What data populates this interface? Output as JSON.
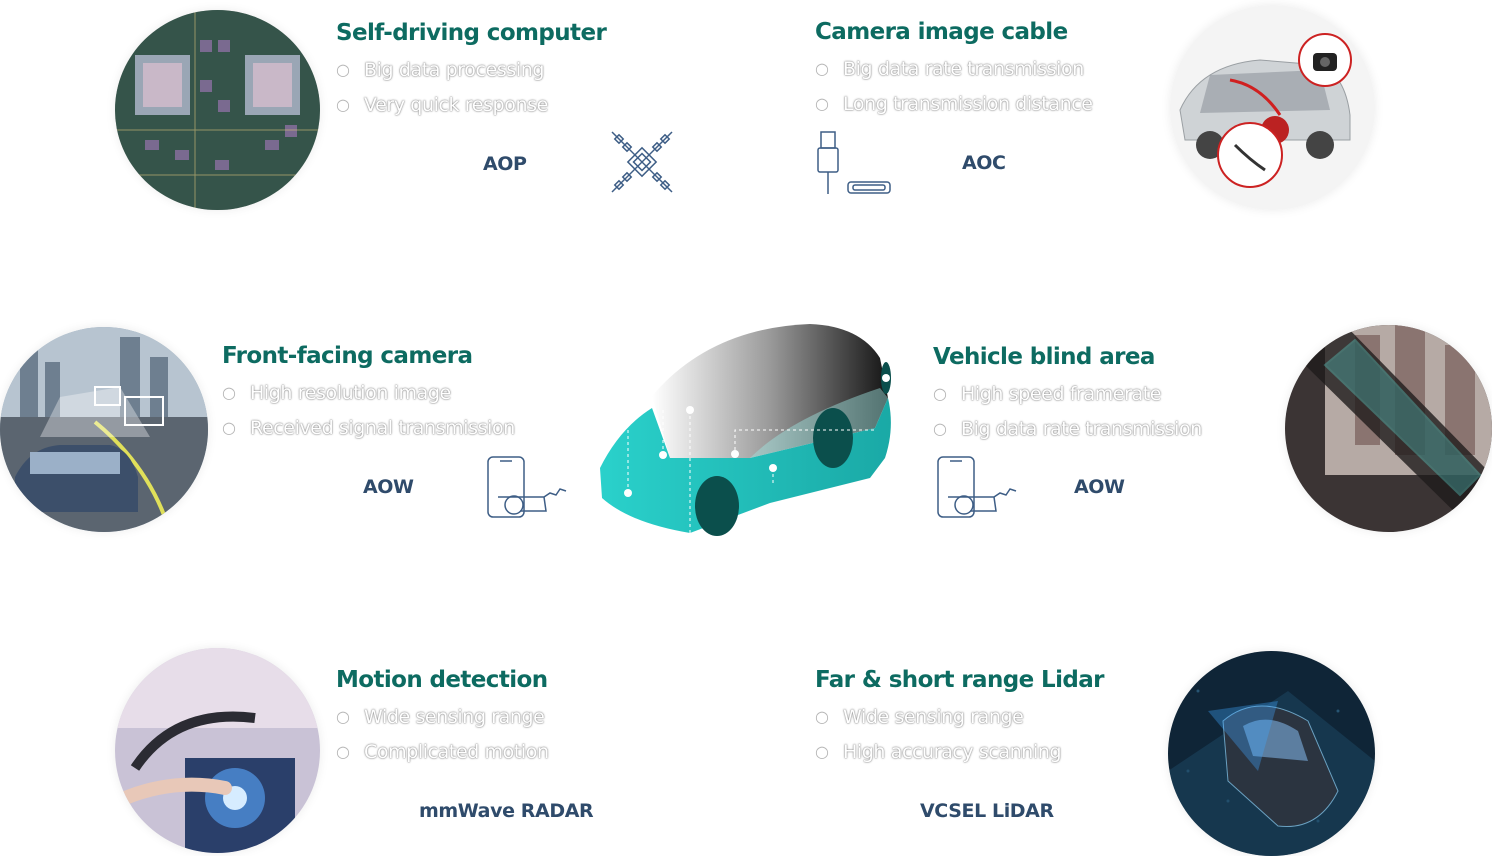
{
  "colors": {
    "accent": "#0d6b61",
    "tech_label": "#2f4b6b",
    "icon_stroke": "#3e5e86",
    "car_body": "#23c7c2"
  },
  "sections": {
    "self_driving": {
      "title": "Self-driving computer",
      "bullets": [
        "Big data processing",
        "Very quick response"
      ],
      "tech": "AOP",
      "icon": "chip-crossbar-icon"
    },
    "camera_cable": {
      "title": "Camera image cable",
      "bullets": [
        "Big data rate transmission",
        "Long transmission distance"
      ],
      "tech": "AOC",
      "icon": "usb-cable-icon"
    },
    "front_camera": {
      "title": "Front-facing camera",
      "bullets": [
        "High resolution image",
        "Received signal transmission"
      ],
      "tech": "AOW",
      "icon": "phone-hand-icon"
    },
    "blind_area": {
      "title": "Vehicle blind area",
      "bullets": [
        "High speed framerate",
        "Big data rate transmission"
      ],
      "tech": "AOW",
      "icon": "phone-hand-icon"
    },
    "motion": {
      "title": "Motion detection",
      "bullets": [
        "Wide sensing range",
        "Complicated motion"
      ],
      "tech": "mmWave RADAR"
    },
    "lidar": {
      "title": "Far & short range Lidar",
      "bullets": [
        "Wide sensing range",
        "High accuracy scanning"
      ],
      "tech": "VCSEL LiDAR"
    }
  }
}
